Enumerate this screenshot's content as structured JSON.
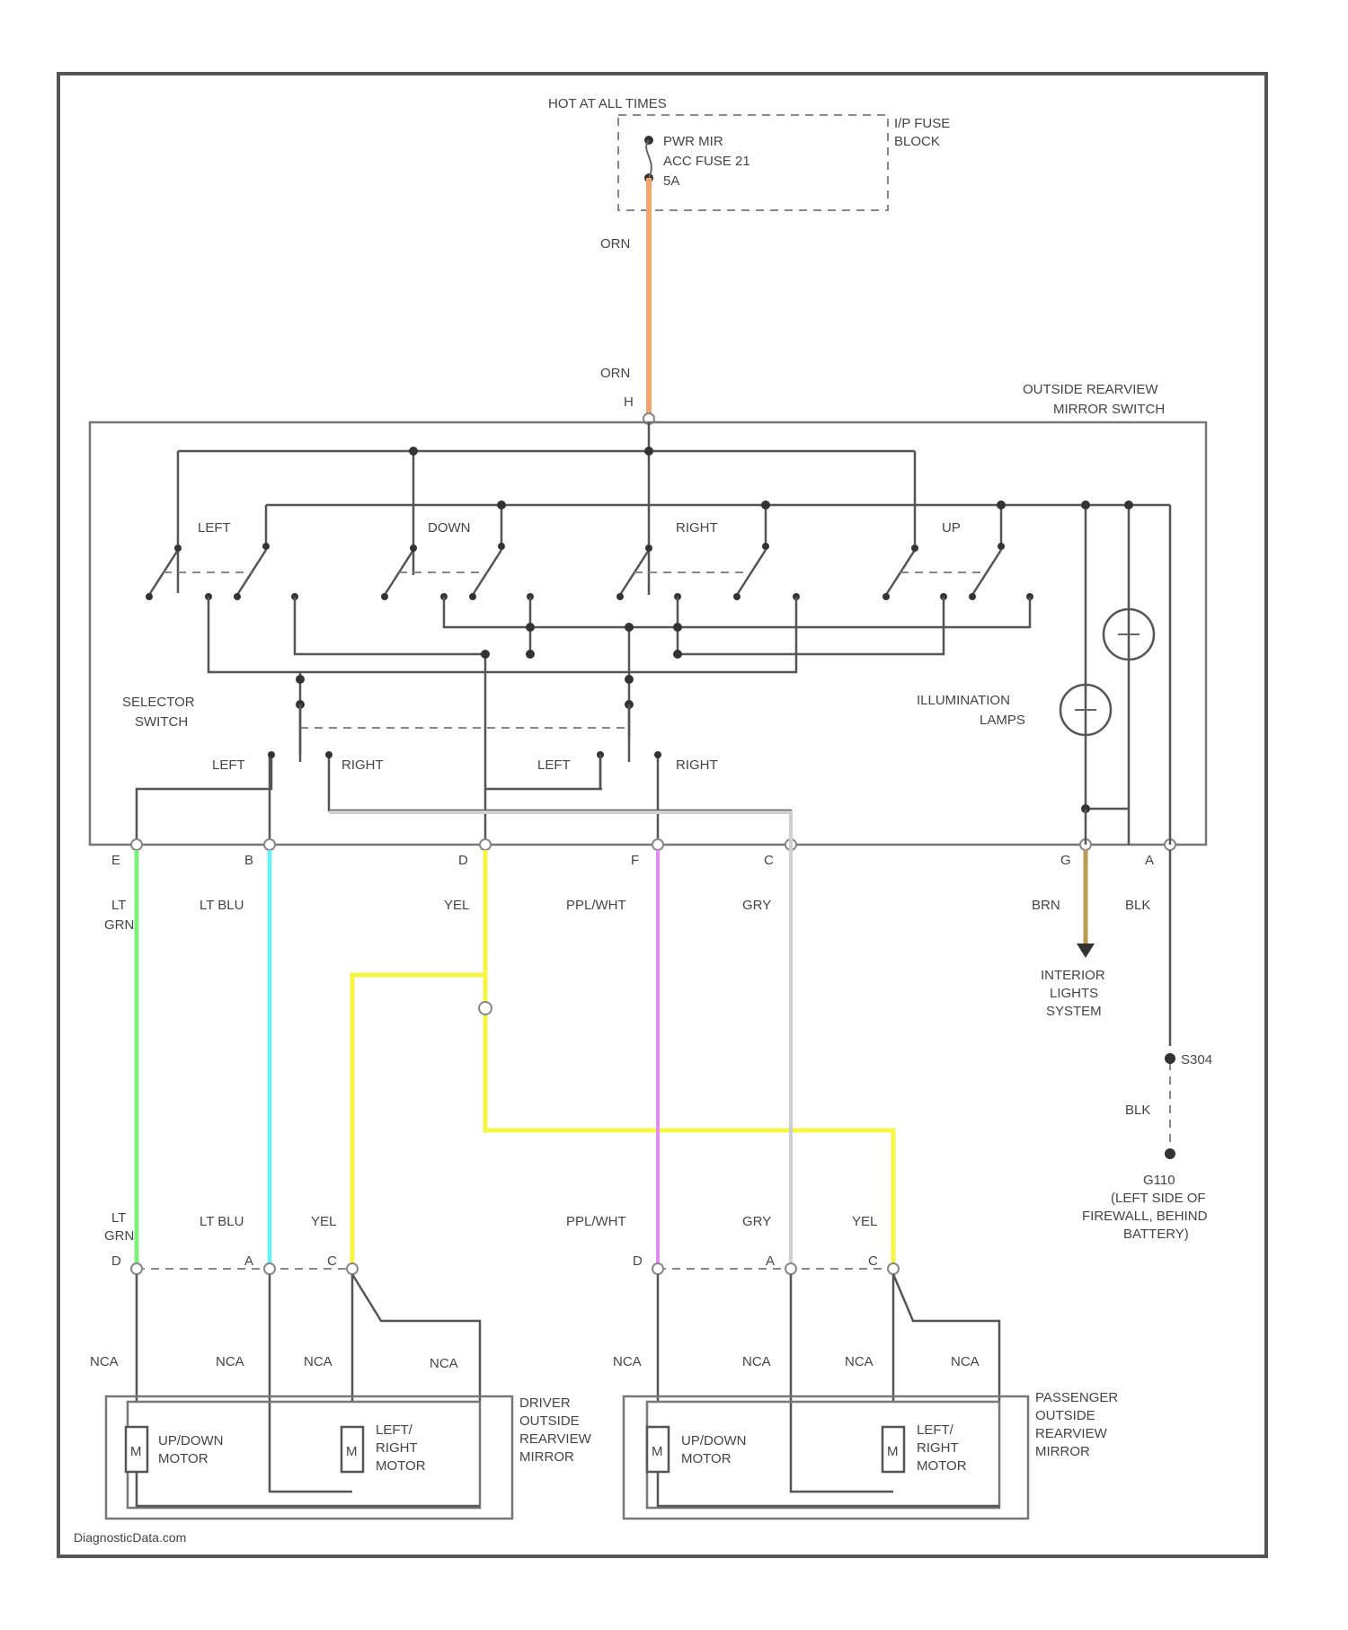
{
  "power": {
    "hot_label": "HOT AT ALL TIMES",
    "fuse_block_label": [
      "I/P FUSE",
      "BLOCK"
    ],
    "fuse_lines": [
      "PWR MIR",
      "ACC FUSE 21",
      "5A"
    ]
  },
  "switch": {
    "title": [
      "OUTSIDE REARVIEW",
      "MIRROR SWITCH"
    ],
    "top_pin": "H",
    "directions": {
      "left": "LEFT",
      "down": "DOWN",
      "right": "RIGHT",
      "up": "UP"
    },
    "selector_label": [
      "SELECTOR",
      "SWITCH"
    ],
    "illum_label": [
      "ILLUMINATION",
      "LAMPS"
    ],
    "sel_left_1": "LEFT",
    "sel_right_1": "RIGHT",
    "sel_left_2": "LEFT",
    "sel_right_2": "RIGHT",
    "pins": [
      "E",
      "B",
      "D",
      "F",
      "C",
      "G",
      "A"
    ]
  },
  "wires": {
    "orn_top": "ORN",
    "orn_bottom": "ORN",
    "e_color": [
      "LT",
      "GRN"
    ],
    "b_color": "LT BLU",
    "d_color": "YEL",
    "f_color": "PPL/WHT",
    "c_color": "GRY",
    "g_color": "BRN",
    "a_color": "BLK",
    "ground_wire": "BLK"
  },
  "destinations": {
    "interior": [
      "INTERIOR",
      "LIGHTS",
      "SYSTEM"
    ],
    "splice": "S304",
    "ground": [
      "G110",
      "(LEFT SIDE OF",
      "FIREWALL, BEHIND",
      "BATTERY)"
    ]
  },
  "driver": {
    "wire_labels": {
      "d": [
        "LT",
        "GRN"
      ],
      "a": "LT BLU",
      "c": "YEL"
    },
    "pins": [
      "D",
      "A",
      "C"
    ],
    "nca": "NCA",
    "motor_symbol": "M",
    "updown_motor": [
      "UP/DOWN",
      "MOTOR"
    ],
    "leftright_motor": [
      "LEFT/",
      "RIGHT",
      "MOTOR"
    ],
    "label": [
      "DRIVER",
      "OUTSIDE",
      "REARVIEW",
      "MIRROR"
    ]
  },
  "passenger": {
    "wire_labels": {
      "d": "PPL/WHT",
      "a": "GRY",
      "c": "YEL"
    },
    "pins": [
      "D",
      "A",
      "C"
    ],
    "nca": "NCA",
    "motor_symbol": "M",
    "updown_motor": [
      "UP/DOWN",
      "MOTOR"
    ],
    "leftright_motor": [
      "LEFT/",
      "RIGHT",
      "MOTOR"
    ],
    "label": [
      "PASSENGER",
      "OUTSIDE",
      "REARVIEW",
      "MIRROR"
    ]
  },
  "footer": "DiagnosticData.com",
  "colors": {
    "orange": "#f2a46a",
    "light_green": "#7df07a",
    "light_blue": "#6ff0f0",
    "yellow": "#f5f542",
    "violet": "#e28cf0",
    "gray": "#cfcfcf",
    "brown": "#b89a50",
    "wire": "#555555"
  }
}
